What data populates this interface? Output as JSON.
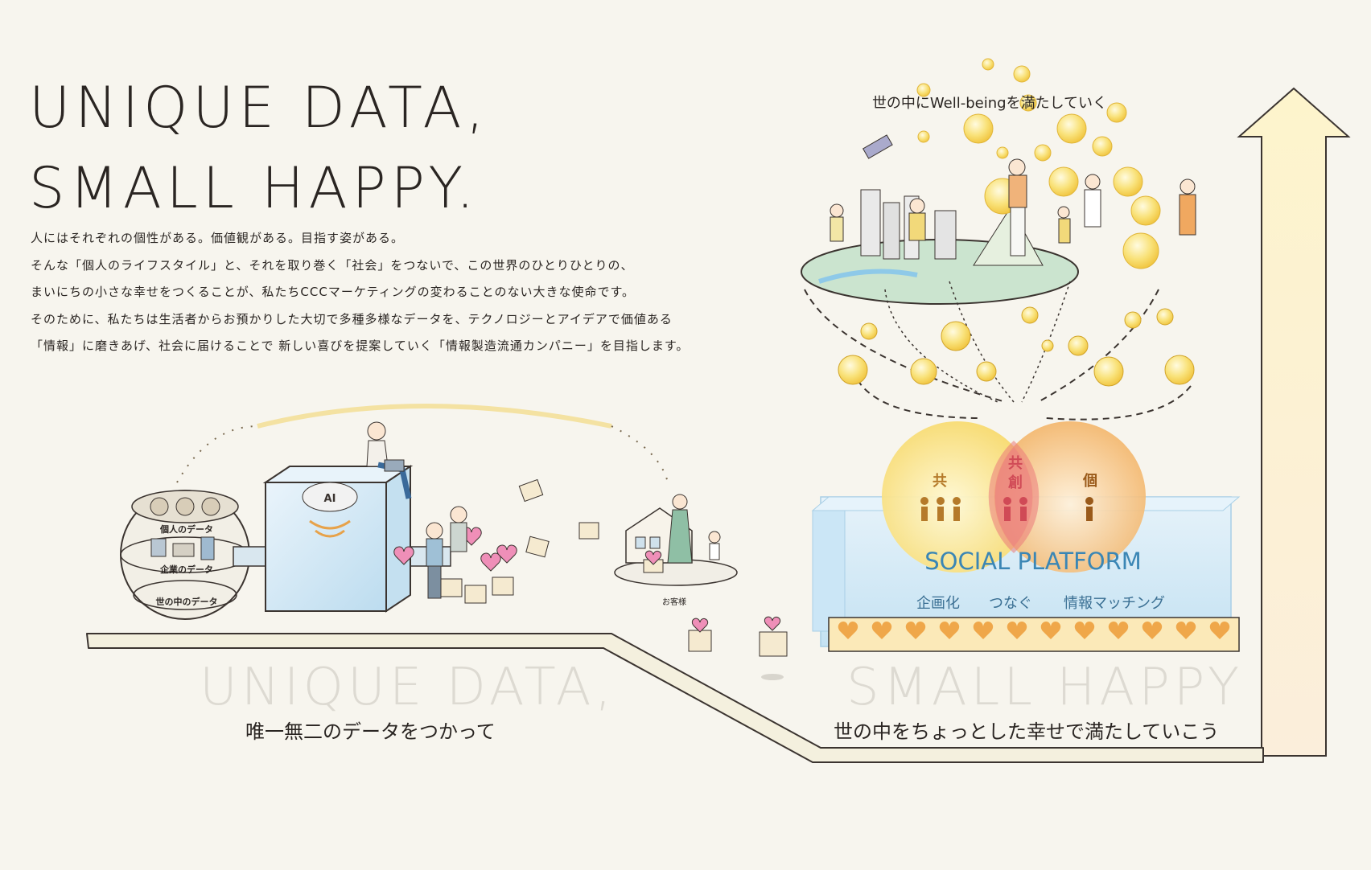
{
  "headline": {
    "line1": "UNIQUE  DATA,",
    "line2": "SMALL  HAPPY."
  },
  "body_lines": [
    "人にはそれぞれの個性がある。価値観がある。目指す姿がある。",
    "そんな「個人のライフスタイル」と、それを取り巻く「社会」をつないで、この世界のひとりひとりの、",
    "まいにちの小さな幸せをつくることが、私たちCCCマーケティングの変わることのない大きな使命です。",
    "そのために、私たちは生活者からお預かりした大切で多種多様なデータを、テクノロジーとアイデアで価値ある",
    "「情報」に磨きあげ、社会に届けることで 新しい喜びを提案していく「情報製造流通カンパニー」を目指します。"
  ],
  "top_caption": "世の中にWell-beingを満たしていく",
  "data_sphere": {
    "personal": "個人のデータ",
    "corporate": "企業のデータ",
    "world": "世の中のデータ"
  },
  "ai_label": "AI",
  "customer_label": "お客様",
  "venn": {
    "left": "共",
    "middle_line1": "共",
    "middle_line2": "創",
    "right": "個"
  },
  "platform": {
    "title": "SOCIAL PLATFORM",
    "features": [
      "企画化",
      "つなぐ",
      "情報マッチング"
    ]
  },
  "watermark": {
    "left": "UNIQUE  DATA,",
    "right": "SMALL  HAPPY"
  },
  "tagline": {
    "left": "唯一無二のデータをつかって",
    "right": "世の中をちょっとした幸せで満たしていこう"
  },
  "colors": {
    "background": "#f7f5ee",
    "text": "#2a2522",
    "platform_blue": "#3a86b5",
    "heart_pink": "#ef8fb8",
    "sun_yellow": "#f5d55c",
    "venn_orange": "#f0a85a",
    "venn_red": "#e96a6a",
    "ground_green": "#9ccb9c"
  }
}
